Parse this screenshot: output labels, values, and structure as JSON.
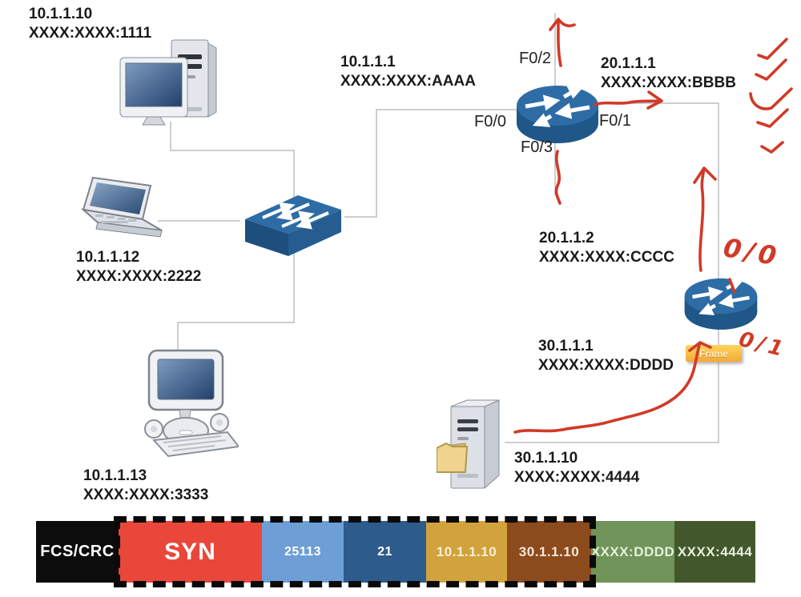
{
  "colors": {
    "device_blue": "#2e6ca6",
    "device_blue_dark": "#1e5788",
    "line_gray": "#bdbdbd",
    "annotation_red": "#d13a28",
    "frame_tag_bg": "#f3a93a"
  },
  "hosts": {
    "pc1": {
      "ip": "10.1.1.10",
      "mac": "XXXX:XXXX:1111"
    },
    "laptop": {
      "ip": "10.1.1.12",
      "mac": "XXXX:XXXX:2222"
    },
    "pc3": {
      "ip": "10.1.1.13",
      "mac": "XXXX:XXXX:3333"
    },
    "server": {
      "ip": "30.1.1.10",
      "mac": "XXXX:XXXX:4444"
    }
  },
  "router1": {
    "lan": {
      "ip": "10.1.1.1",
      "mac": "XXXX:XXXX:AAAA"
    },
    "wan": {
      "ip": "20.1.1.1",
      "mac": "XXXX:XXXX:BBBB"
    },
    "ifaces": {
      "f0_2": "F0/2",
      "f0_0": "F0/0",
      "f0_3": "F0/3",
      "f0_1": "F0/1"
    }
  },
  "router2": {
    "lan": {
      "ip": "20.1.1.2",
      "mac": "XXXX:XXXX:CCCC"
    },
    "wan": {
      "ip": "30.1.1.1",
      "mac": "XXXX:XXXX:DDDD"
    }
  },
  "annotations": {
    "frame_tag": "Frame",
    "r2_top": "0/0",
    "r2_bottom": "0/1"
  },
  "packet": {
    "fields": [
      {
        "name": "fcs_crc",
        "label": "FCS/CRC",
        "bg": "#0c0c0c",
        "fg": "#ffffff"
      },
      {
        "name": "tcp_flag",
        "label": "SYN",
        "bg": "#e8473a",
        "fg": "#ffffff"
      },
      {
        "name": "src_port",
        "label": "25113",
        "bg": "#6d9ed6",
        "fg": "#ffffff"
      },
      {
        "name": "dst_port",
        "label": "21",
        "bg": "#2d5b8c",
        "fg": "#ffffff"
      },
      {
        "name": "src_ip",
        "label": "10.1.1.10",
        "bg": "#d2a33c",
        "fg": "#f9efd8"
      },
      {
        "name": "dst_ip",
        "label": "30.1.1.10",
        "bg": "#8c4b1d",
        "fg": "#f7e8d8"
      },
      {
        "name": "src_mac",
        "label": "XXXX:DDDD",
        "bg": "#70945a",
        "fg": "#e6efdb"
      },
      {
        "name": "dst_mac",
        "label": "XXXX:4444",
        "bg": "#42582c",
        "fg": "#e6efdb"
      }
    ]
  }
}
